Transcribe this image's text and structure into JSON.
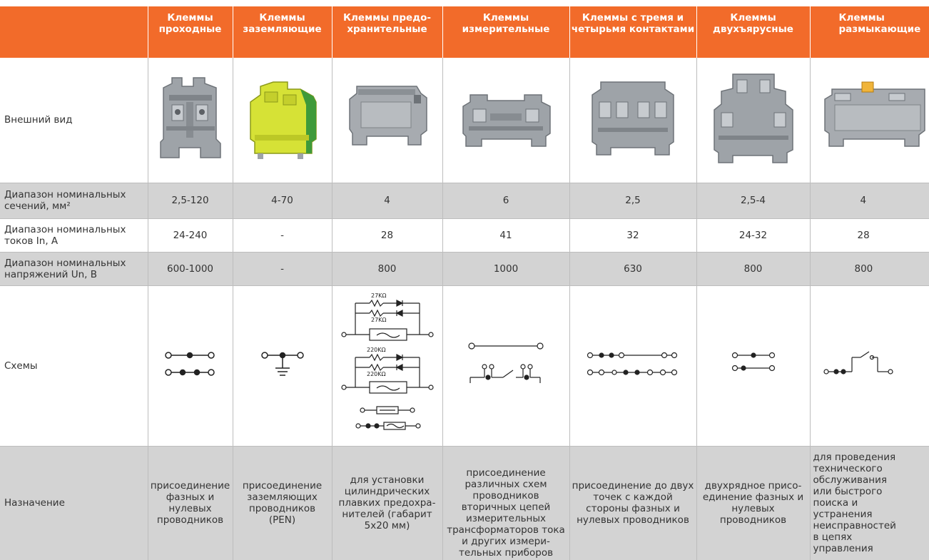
{
  "header": {
    "columns": [
      "Клеммы проходные",
      "Клеммы заземляющие",
      "Клеммы предо-хранительные",
      "Клеммы измерительные",
      "Клеммы с тремя и четырьмя контактами",
      "Клеммы двухъярусные",
      "Клеммы размыкающие"
    ]
  },
  "rows": {
    "appearance": {
      "label": "Внешний вид"
    },
    "sections": {
      "label": "Диапазон номинальных сечений, мм²",
      "values": [
        "2,5-120",
        "4-70",
        "4",
        "6",
        "2,5",
        "2,5-4",
        "4"
      ]
    },
    "currents": {
      "label": "Диапазон номинальных токов In, А",
      "values": [
        "24-240",
        "-",
        "28",
        "41",
        "32",
        "24-32",
        "28"
      ]
    },
    "voltages": {
      "label": "Диапазон номинальных напряжений Un, В",
      "values": [
        "600-1000",
        "-",
        "800",
        "1000",
        "630",
        "800",
        "800"
      ]
    },
    "schemes": {
      "label": "Схемы",
      "resistor_labels": [
        "27KΩ",
        "27KΩ",
        "220KΩ",
        "220KΩ"
      ]
    },
    "purpose": {
      "label": "Назначение",
      "values": [
        "присоединение фазных и нулевых проводников",
        "присоединение заземляющих проводников (PEN)",
        "для установки цилиндрических плавких предохра-нителей (габарит 5х20 мм)",
        "присоединение различных схем проводников вторичных цепей измерительных трансформаторов тока и других измери-тельных приборов",
        "присоединение до двух точек с каждой стороны фазных и нулевых проводников",
        "двухрядное присо-единение фазных и нулевых проводников",
        "для проведения технического обслуживания или быстрого поиска и устранения неисправностей в цепях управления"
      ]
    }
  },
  "colors": {
    "header_orange": "#f26b2a",
    "grey_row": "#d3d3d3",
    "grounding_yellow": "#d6e236",
    "grounding_green": "#3f9a3a",
    "terminal_grey": "#9ea3a8"
  }
}
